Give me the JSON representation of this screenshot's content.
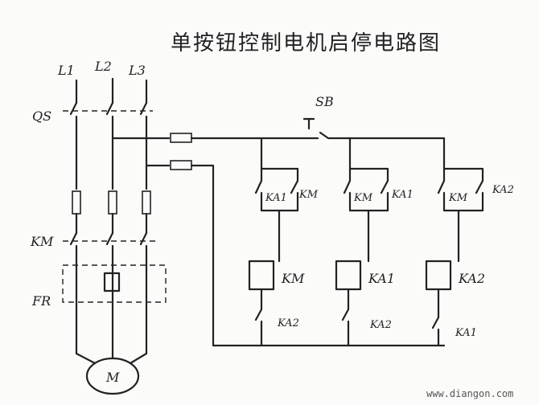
{
  "title": "单按钮控制电机启停电路图",
  "watermark": "www.diangon.com",
  "phases": [
    "L1",
    "L2",
    "L3"
  ],
  "power_labels": {
    "qs": "QS",
    "km": "KM",
    "fr": "FR",
    "motor": "M"
  },
  "control_labels": {
    "sb": "SB",
    "branch1_contact_left": "KA1",
    "branch1_contact_right": "KM",
    "branch2_contact_left": "KM",
    "branch2_contact_right": "KA1",
    "branch3_contact_left": "KM",
    "branch3_contact_right": "KA2",
    "coil1": "KM",
    "coil2": "KA1",
    "coil3": "KA2",
    "nc1": "KA2",
    "nc2": "KA2",
    "nc3": "KA1"
  }
}
